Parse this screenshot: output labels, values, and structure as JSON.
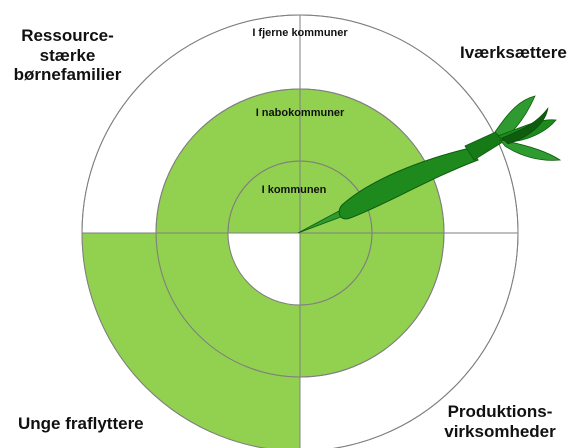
{
  "corners": {
    "top_left": [
      "Ressource-",
      "stærke",
      "børnefamilier"
    ],
    "top_right": "Iværksættere",
    "bottom_left": "Unge fraflyttere",
    "bottom_right": [
      "Produktions-",
      "virksomheder"
    ]
  },
  "rings": {
    "outer": "I fjerne kommuner",
    "middle": "I nabokommuner",
    "inner": "I kommunen"
  },
  "colors": {
    "fill_green": "#92d050",
    "line_gray": "#7f7f7f",
    "dart_green": "#1e8a1e",
    "dart_dark": "#0e5c0e"
  }
}
